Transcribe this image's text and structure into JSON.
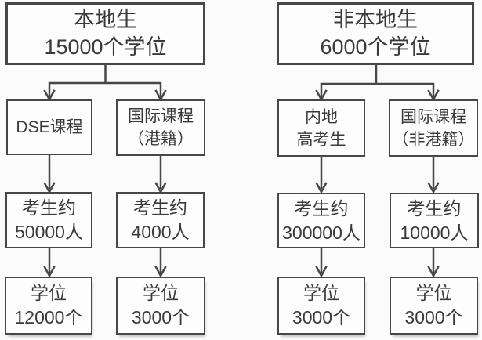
{
  "diagram": {
    "colors": {
      "line": "#474747",
      "text": "#3a3a3a",
      "background": "#fbfbfb"
    },
    "trees": [
      {
        "id": "local-students",
        "root": {
          "line1": "本地生",
          "line2": "15000个学位"
        },
        "branches": [
          {
            "category": {
              "line1": "DSE课程",
              "line2": ""
            },
            "candidates": {
              "line1": "考生约",
              "line2": "50000人"
            },
            "seats": {
              "line1": "学位",
              "line2": "12000个"
            }
          },
          {
            "category": {
              "line1": "国际课程",
              "line2": "（港籍）"
            },
            "candidates": {
              "line1": "考生约",
              "line2": "4000人"
            },
            "seats": {
              "line1": "学位",
              "line2": "3000个"
            }
          }
        ]
      },
      {
        "id": "non-local-students",
        "root": {
          "line1": "非本地生",
          "line2": "6000个学位"
        },
        "branches": [
          {
            "category": {
              "line1": "内地",
              "line2": "高考生"
            },
            "candidates": {
              "line1": "考生约",
              "line2": "300000人"
            },
            "seats": {
              "line1": "学位",
              "line2": "3000个"
            }
          },
          {
            "category": {
              "line1": "国际课程",
              "line2": "（非港籍）"
            },
            "candidates": {
              "line1": "考生约",
              "line2": "10000人"
            },
            "seats": {
              "line1": "学位",
              "line2": "3000个"
            }
          }
        ]
      }
    ]
  }
}
